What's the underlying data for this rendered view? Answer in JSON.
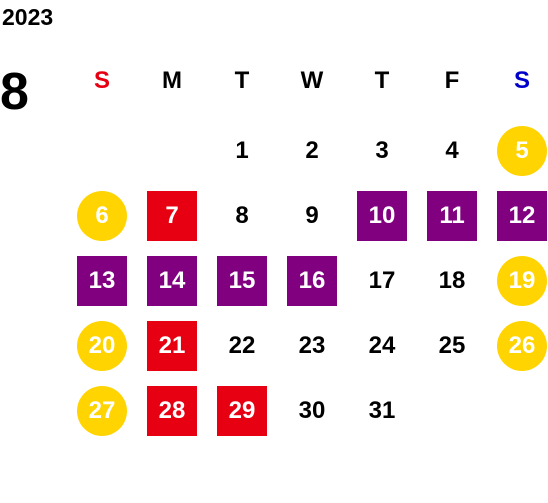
{
  "calendar": {
    "year": "2023",
    "month": "8",
    "colors": {
      "sunday_header": "#e60012",
      "saturday_header": "#0000cc",
      "weekday_header": "#000000",
      "yellow": "#ffd400",
      "red": "#e60012",
      "purple": "#800080"
    },
    "weekdays": [
      {
        "label": "S",
        "color": "sunday_header"
      },
      {
        "label": "M",
        "color": "weekday_header"
      },
      {
        "label": "T",
        "color": "weekday_header"
      },
      {
        "label": "W",
        "color": "weekday_header"
      },
      {
        "label": "T",
        "color": "weekday_header"
      },
      {
        "label": "F",
        "color": "weekday_header"
      },
      {
        "label": "S",
        "color": "saturday_header"
      }
    ],
    "weeks": [
      [
        null,
        null,
        {
          "day": "1",
          "style": "plain"
        },
        {
          "day": "2",
          "style": "plain"
        },
        {
          "day": "3",
          "style": "plain"
        },
        {
          "day": "4",
          "style": "plain"
        },
        {
          "day": "5",
          "style": "yellow-circle"
        }
      ],
      [
        {
          "day": "6",
          "style": "yellow-circle"
        },
        {
          "day": "7",
          "style": "red-square"
        },
        {
          "day": "8",
          "style": "plain"
        },
        {
          "day": "9",
          "style": "plain"
        },
        {
          "day": "10",
          "style": "purple-square"
        },
        {
          "day": "11",
          "style": "purple-square"
        },
        {
          "day": "12",
          "style": "purple-square"
        }
      ],
      [
        {
          "day": "13",
          "style": "purple-square"
        },
        {
          "day": "14",
          "style": "purple-square"
        },
        {
          "day": "15",
          "style": "purple-square"
        },
        {
          "day": "16",
          "style": "purple-square"
        },
        {
          "day": "17",
          "style": "plain"
        },
        {
          "day": "18",
          "style": "plain"
        },
        {
          "day": "19",
          "style": "yellow-circle"
        }
      ],
      [
        {
          "day": "20",
          "style": "yellow-circle"
        },
        {
          "day": "21",
          "style": "red-square"
        },
        {
          "day": "22",
          "style": "plain"
        },
        {
          "day": "23",
          "style": "plain"
        },
        {
          "day": "24",
          "style": "plain"
        },
        {
          "day": "25",
          "style": "plain"
        },
        {
          "day": "26",
          "style": "yellow-circle"
        }
      ],
      [
        {
          "day": "27",
          "style": "yellow-circle"
        },
        {
          "day": "28",
          "style": "red-square"
        },
        {
          "day": "29",
          "style": "red-square"
        },
        {
          "day": "30",
          "style": "plain"
        },
        {
          "day": "31",
          "style": "plain"
        },
        null,
        null
      ]
    ]
  }
}
